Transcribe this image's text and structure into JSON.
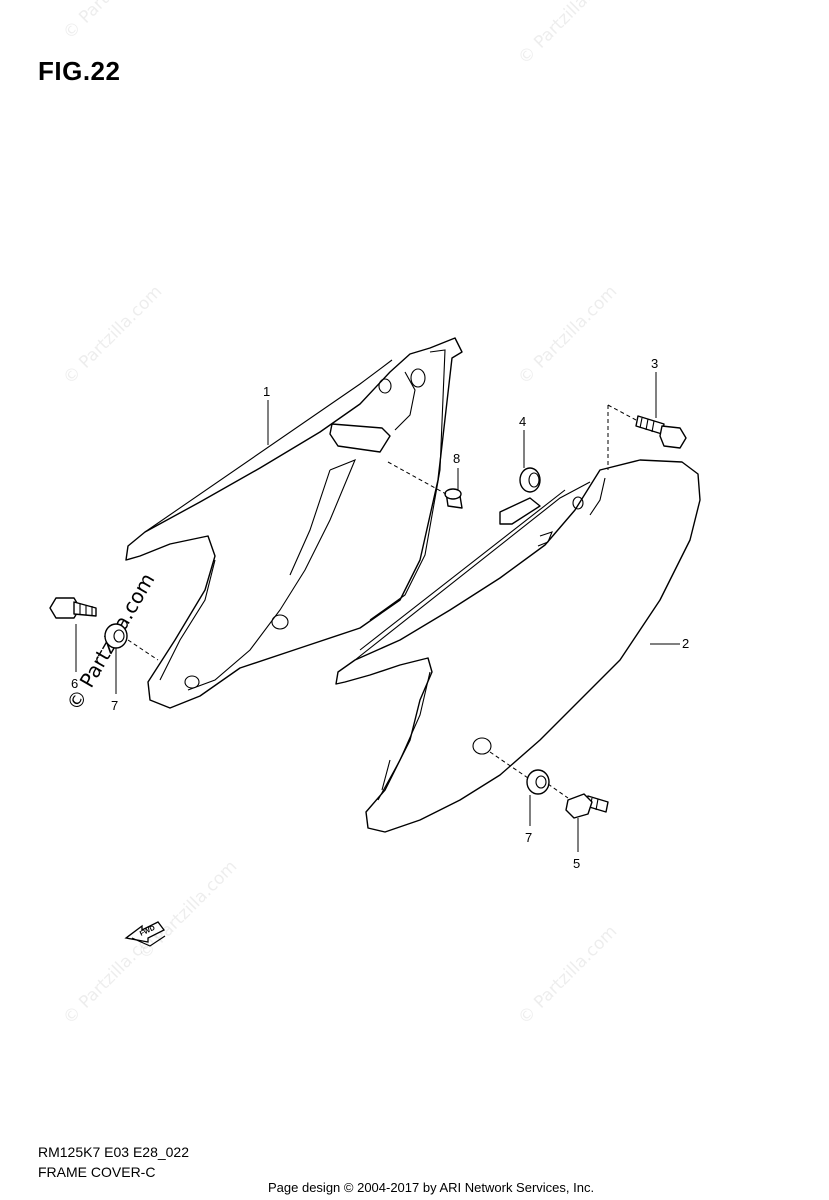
{
  "figure": {
    "title": "FIG.22",
    "model_code": "RM125K7 E03 E28_022",
    "section_name": "FRAME COVER-C"
  },
  "credit": "Page design © 2004-2017 by ARI Network Services, Inc.",
  "watermark": "© Partzilla.com",
  "fwd_label": "FWD",
  "callouts": [
    "1",
    "2",
    "3",
    "4",
    "5",
    "6",
    "7",
    "7",
    "8"
  ]
}
